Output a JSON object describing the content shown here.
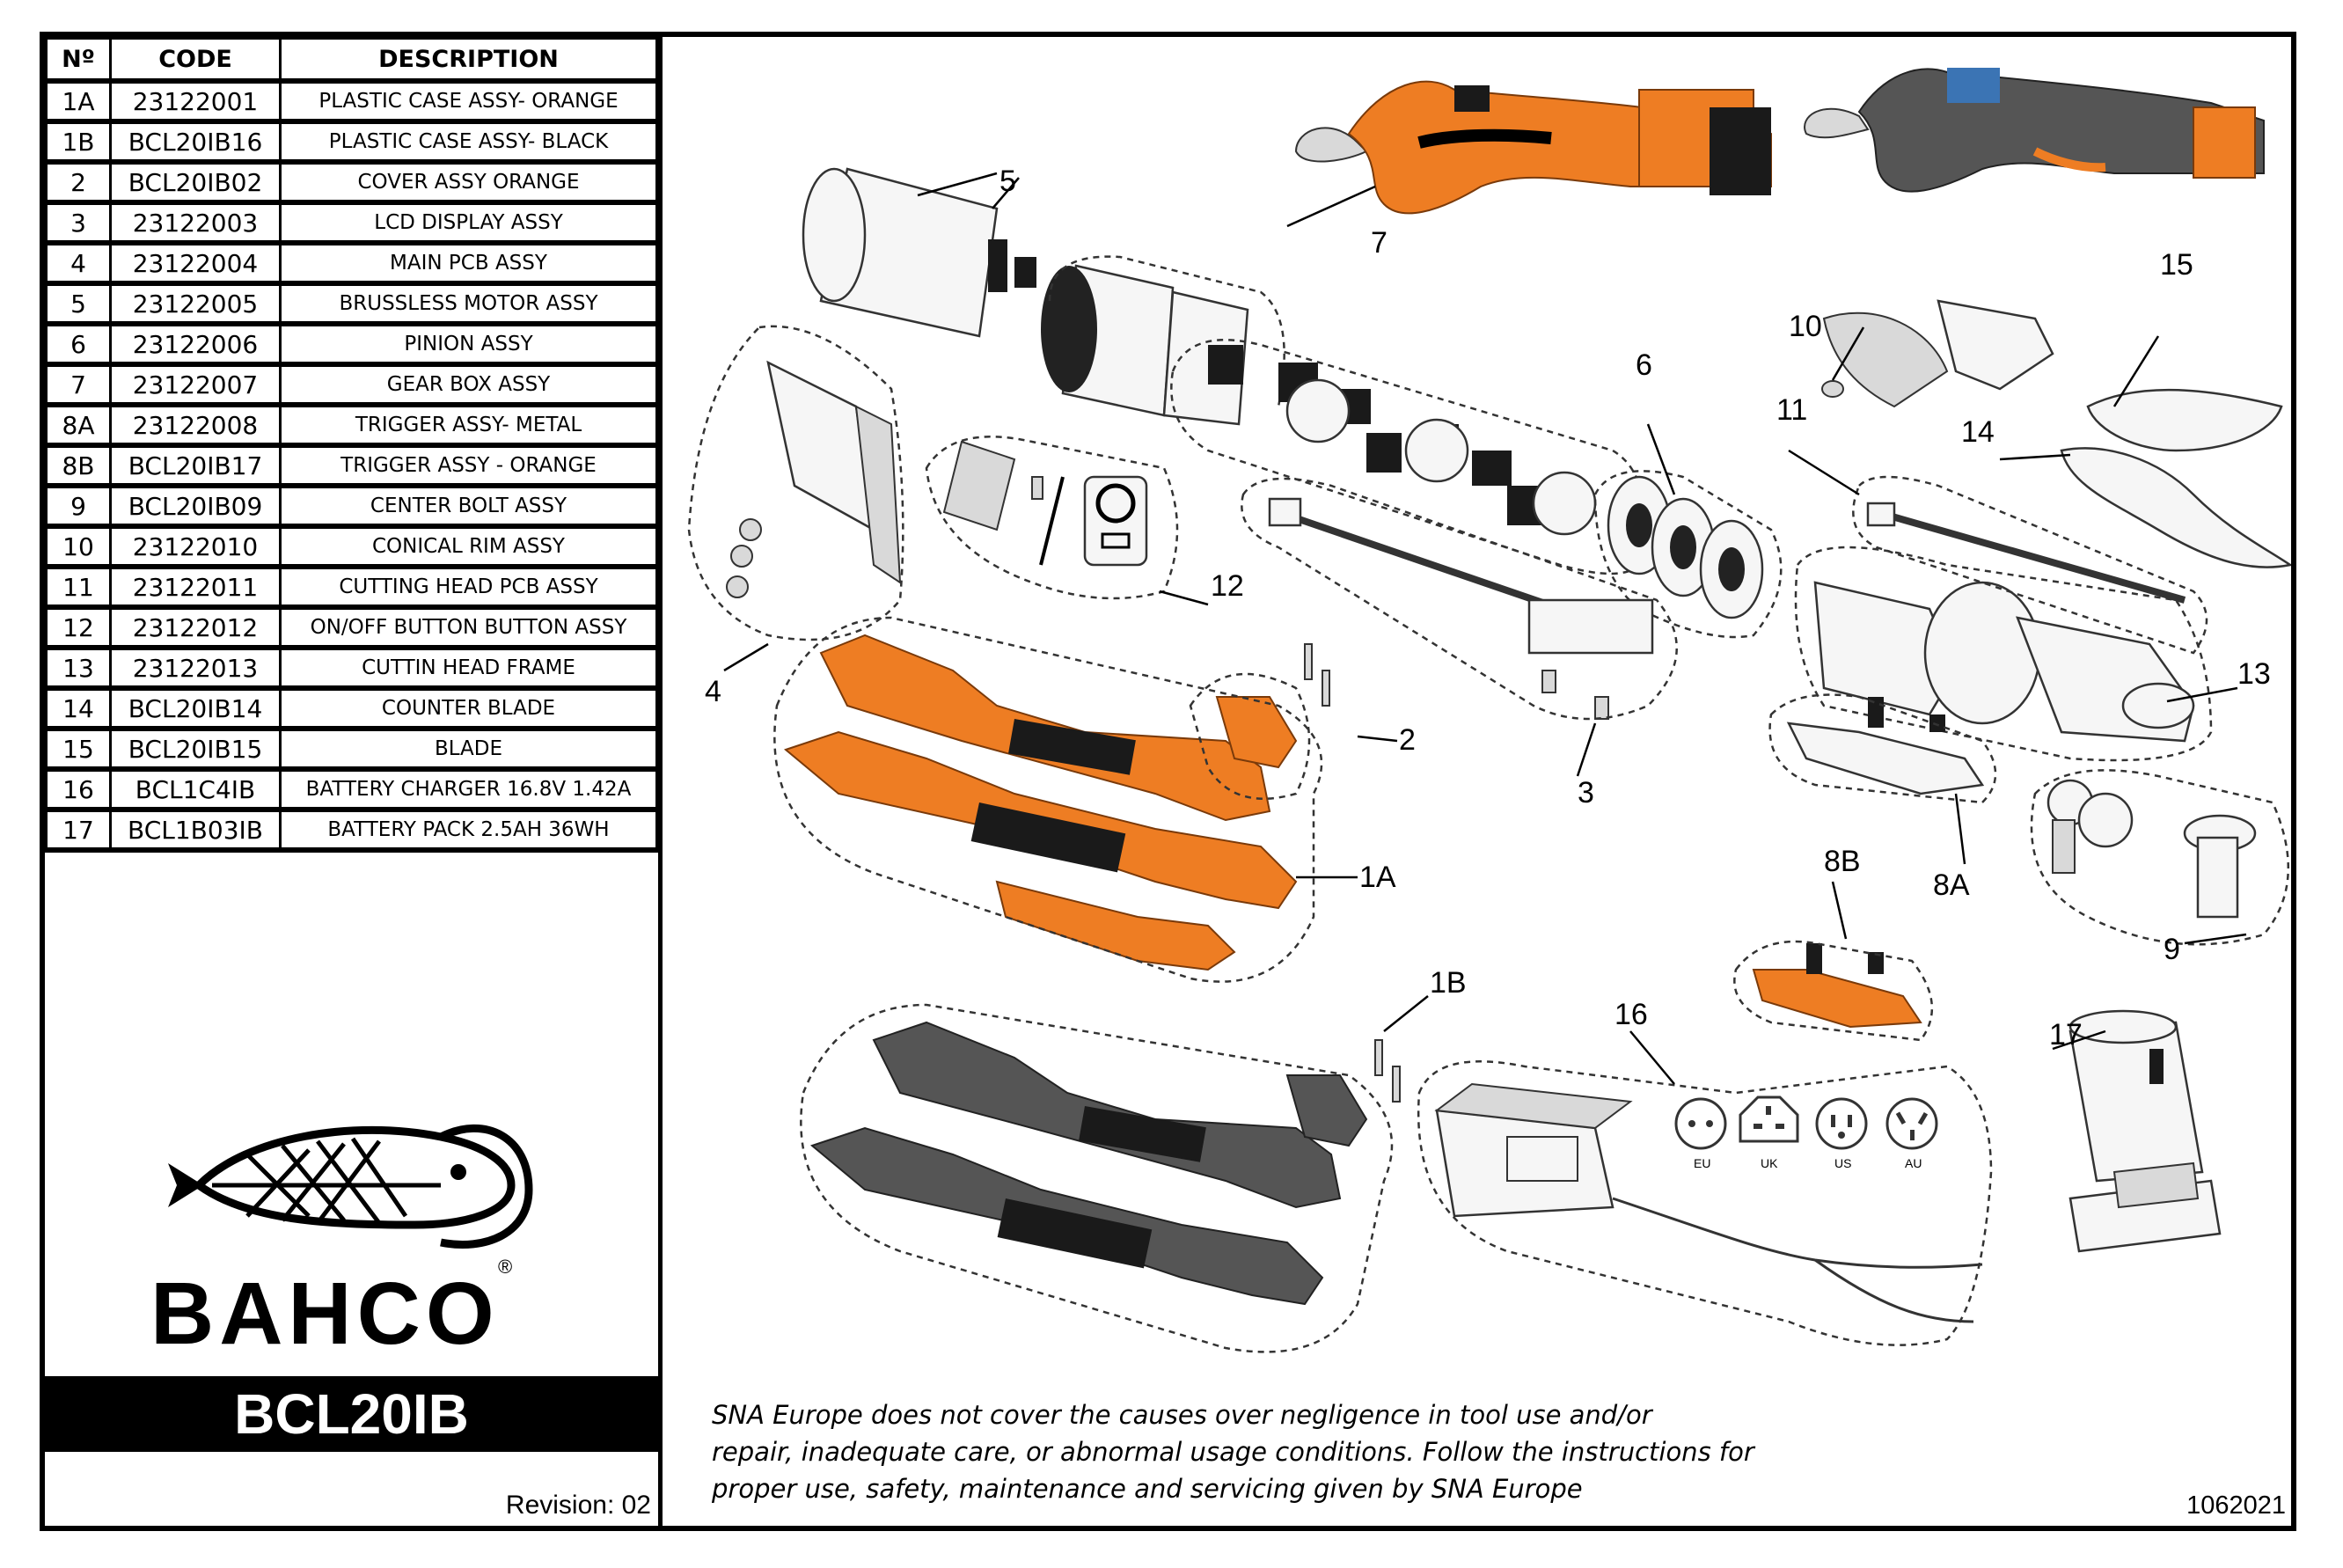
{
  "table": {
    "headers": {
      "no": "Nº",
      "code": "CODE",
      "description": "DESCRIPTION"
    },
    "rows": [
      {
        "no": "1A",
        "code": "23122001",
        "description": "PLASTIC CASE ASSY- ORANGE"
      },
      {
        "no": "1B",
        "code": "BCL20IB16",
        "description": "PLASTIC CASE ASSY- BLACK"
      },
      {
        "no": "2",
        "code": "BCL20IB02",
        "description": "COVER ASSY ORANGE"
      },
      {
        "no": "3",
        "code": "23122003",
        "description": "LCD DISPLAY ASSY"
      },
      {
        "no": "4",
        "code": "23122004",
        "description": "MAIN PCB ASSY"
      },
      {
        "no": "5",
        "code": "23122005",
        "description": "BRUSSLESS MOTOR ASSY"
      },
      {
        "no": "6",
        "code": "23122006",
        "description": "PINION ASSY"
      },
      {
        "no": "7",
        "code": "23122007",
        "description": "GEAR BOX ASSY"
      },
      {
        "no": "8A",
        "code": "23122008",
        "description": "TRIGGER ASSY- METAL"
      },
      {
        "no": "8B",
        "code": "BCL20IB17",
        "description": "TRIGGER ASSY - ORANGE"
      },
      {
        "no": "9",
        "code": "BCL20IB09",
        "description": "CENTER BOLT ASSY"
      },
      {
        "no": "10",
        "code": "23122010",
        "description": "CONICAL RIM ASSY"
      },
      {
        "no": "11",
        "code": "23122011",
        "description": "CUTTING HEAD PCB ASSY"
      },
      {
        "no": "12",
        "code": "23122012",
        "description": "ON/OFF BUTTON BUTTON ASSY"
      },
      {
        "no": "13",
        "code": "23122013",
        "description": "CUTTIN HEAD FRAME"
      },
      {
        "no": "14",
        "code": "BCL20IB14",
        "description": "COUNTER BLADE"
      },
      {
        "no": "15",
        "code": "BCL20IB15",
        "description": "BLADE"
      },
      {
        "no": "16",
        "code": "BCL1C4IB",
        "description": "BATTERY CHARGER 16.8V 1.42A"
      },
      {
        "no": "17",
        "code": "BCL1B03IB",
        "description": "BATTERY PACK 2.5AH 36WH"
      }
    ]
  },
  "brand": {
    "name": "BAHCO",
    "registered": "®"
  },
  "model": "BCL20IB",
  "revision": "Revision: 02",
  "disclaimer": [
    "SNA Europe does not cover the causes over negligence in tool use and/or",
    "repair, inadequate care, or abnormal usage conditions. Follow the instructions for",
    "proper use, safety, maintenance and servicing given by SNA Europe"
  ],
  "doc_number": "1062021",
  "callouts": {
    "c5": "5",
    "c7": "7",
    "c10": "10",
    "c15": "15",
    "c6": "6",
    "c11": "11",
    "c14": "14",
    "c12": "12",
    "c13": "13",
    "c2": "2",
    "c4": "4",
    "c3": "3",
    "c1a": "1A",
    "c8b": "8B",
    "c8a": "8A",
    "c9": "9",
    "c1b": "1B",
    "c16": "16",
    "c17": "17"
  },
  "plugs": {
    "eu": "EU",
    "uk": "UK",
    "us": "US",
    "au": "AU"
  },
  "colors": {
    "accent_orange": "#ee7d23",
    "dark_grey": "#555555",
    "black": "#000000"
  }
}
